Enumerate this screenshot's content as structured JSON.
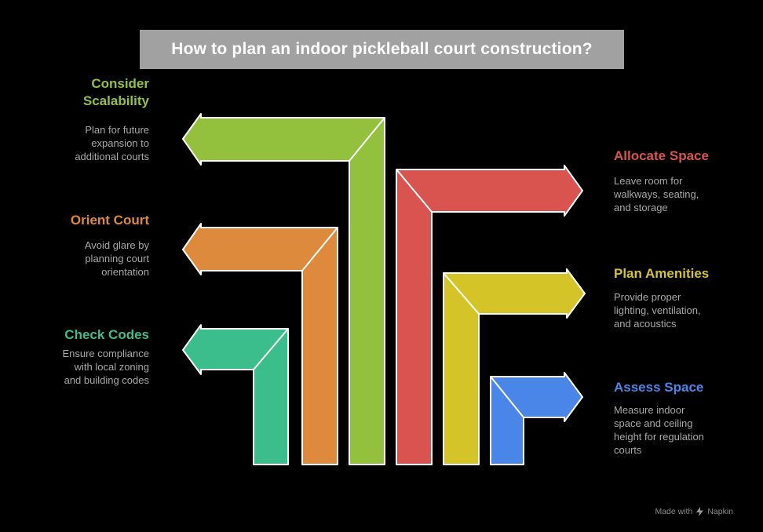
{
  "title": "How to plan an indoor pickleball court construction?",
  "colors": {
    "background": "#000000",
    "title_bar": "#A1A1A1",
    "title_text": "#FFFFFF",
    "description_text": "#A8A8A8"
  },
  "steps": [
    {
      "id": "consider-scalability",
      "label": "Consider\nScalability",
      "description": "Plan for future\nexpansion to\nadditional courts",
      "color": "#94C13D",
      "side": "left"
    },
    {
      "id": "orient-court",
      "label": "Orient Court",
      "description": "Avoid glare by\nplanning court\norientation",
      "color": "#DE8A3C",
      "side": "left"
    },
    {
      "id": "check-codes",
      "label": "Check Codes",
      "description": "Ensure compliance\nwith local zoning\nand building codes",
      "color": "#3BBD8C",
      "side": "left"
    },
    {
      "id": "allocate-space",
      "label": "Allocate Space",
      "description": "Leave room for\nwalkways, seating,\nand storage",
      "color": "#D9534F",
      "side": "right"
    },
    {
      "id": "plan-amenities",
      "label": "Plan Amenities",
      "description": "Provide proper\nlighting, ventilation,\nand acoustics",
      "color": "#D4C428",
      "side": "right"
    },
    {
      "id": "assess-space",
      "label": "Assess Space",
      "description": "Measure indoor\nspace and ceiling\nheight for regulation\ncourts",
      "color": "#4A86E8",
      "side": "right"
    }
  ],
  "watermark": {
    "prefix": "Made with",
    "brand": "Napkin"
  }
}
